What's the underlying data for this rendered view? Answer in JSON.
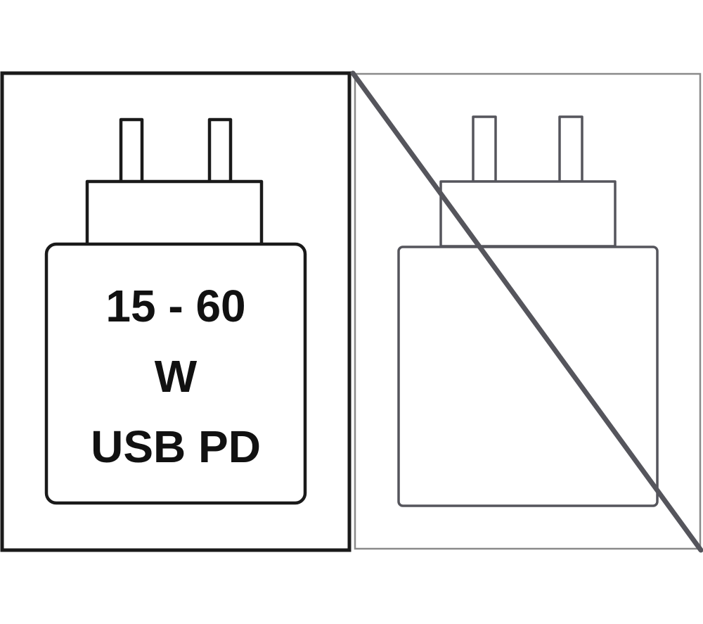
{
  "figure": {
    "left_panel": {
      "charger_label": {
        "line1": "15 - 60",
        "line2": "W",
        "line3": "USB PD"
      },
      "icon": "charger-plug-icon"
    },
    "right_panel": {
      "icon": "charger-plug-icon",
      "overlay_icon": "strike-through-icon",
      "meaning": ""
    },
    "colors": {
      "left_stroke": "#1a1a1a",
      "right_stroke": "#55555c",
      "right_frame": "#8a8a8a",
      "background": "#ffffff"
    }
  }
}
